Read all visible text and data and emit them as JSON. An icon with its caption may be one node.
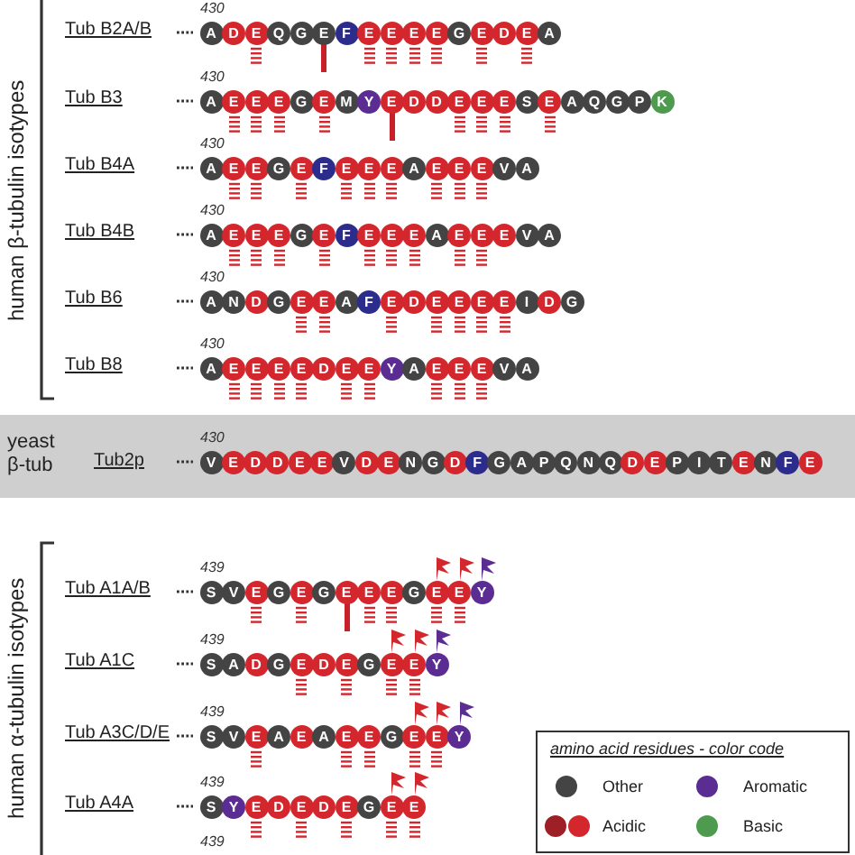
{
  "diagram": {
    "nodes": [
      {
        "text": [
          "A"
        ]
      },
      {
        "text": [
          "D"
        ]
      },
      {
        "text": [
          "E"
        ]
      },
      {
        "text": [
          "Q"
        ]
      },
      {
        "text": [
          "G"
        ]
      },
      {
        "text": [
          "E"
        ]
      },
      {
        "text": [
          "F"
        ]
      },
      {
        "text": [
          "E"
        ]
      },
      {
        "text": [
          "E"
        ]
      },
      {
        "text": [
          "E"
        ]
      },
      {
        "text": [
          "E"
        ]
      },
      {
        "text": [
          "G"
        ]
      },
      {
        "text": [
          "E"
        ]
      },
      {
        "text": [
          "D"
        ]
      },
      {
        "text": [
          "E"
        ]
      },
      {
        "text": [
          "A"
        ]
      },
      {
        "text": [
          "A"
        ]
      },
      {
        "text": [
          "E"
        ]
      },
      {
        "text": [
          "E"
        ]
      },
      {
        "text": [
          "E"
        ]
      },
      {
        "text": [
          "G"
        ]
      },
      {
        "text": [
          "E"
        ]
      },
      {
        "text": [
          "M"
        ]
      },
      {
        "text": [
          "Y"
        ]
      },
      {
        "text": [
          "E"
        ]
      },
      {
        "text": [
          "D"
        ]
      },
      {
        "text": [
          "D"
        ]
      },
      {
        "text": [
          "E"
        ]
      },
      {
        "text": [
          "E"
        ]
      },
      {
        "text": [
          "E"
        ]
      },
      {
        "text": [
          "S"
        ]
      },
      {
        "text": [
          "E"
        ]
      },
      {
        "text": [
          "A"
        ]
      },
      {
        "text": [
          "Q"
        ]
      },
      {
        "text": [
          "G"
        ]
      },
      {
        "text": [
          "P"
        ]
      },
      {
        "text": [
          "K"
        ]
      },
      {
        "text": [
          "A"
        ]
      },
      {
        "text": [
          "E"
        ]
      },
      {
        "text": [
          "E"
        ]
      },
      {
        "text": [
          "G"
        ]
      },
      {
        "text": [
          "E"
        ]
      },
      {
        "text": [
          "F"
        ]
      },
      {
        "text": [
          "E"
        ]
      },
      {
        "text": [
          "E"
        ]
      },
      {
        "text": [
          "E"
        ]
      },
      {
        "text": [
          "A"
        ]
      },
      {
        "text": [
          "E"
        ]
      },
      {
        "text": [
          "E"
        ]
      },
      {
        "text": [
          "E"
        ]
      },
      {
        "text": [
          "V"
        ]
      },
      {
        "text": [
          "A"
        ]
      },
      {
        "text": [
          "A"
        ]
      },
      {
        "text": [
          "E"
        ]
      },
      {
        "text": [
          "E"
        ]
      },
      {
        "text": [
          "E"
        ]
      },
      {
        "text": [
          "G"
        ]
      },
      {
        "text": [
          "E"
        ]
      },
      {
        "text": [
          "F"
        ]
      },
      {
        "text": [
          "E"
        ]
      },
      {
        "text": [
          "E"
        ]
      },
      {
        "text": [
          "E"
        ]
      },
      {
        "text": [
          "A"
        ]
      },
      {
        "text": [
          "E"
        ]
      },
      {
        "text": [
          "E"
        ]
      },
      {
        "text": [
          "E"
        ]
      },
      {
        "text": [
          "V"
        ]
      },
      {
        "text": [
          "A"
        ]
      },
      {
        "text": [
          "A"
        ]
      },
      {
        "text": [
          "N"
        ]
      },
      {
        "text": [
          "D"
        ]
      },
      {
        "text": [
          "G"
        ]
      },
      {
        "text": [
          "E"
        ]
      },
      {
        "text": [
          "E"
        ]
      },
      {
        "text": [
          "A"
        ]
      },
      {
        "text": [
          "F"
        ]
      },
      {
        "text": [
          "E"
        ]
      },
      {
        "text": [
          "D"
        ]
      },
      {
        "text": [
          "E"
        ]
      },
      {
        "text": [
          "E"
        ]
      },
      {
        "text": [
          "E"
        ]
      },
      {
        "text": [
          "E"
        ]
      },
      {
        "text": [
          "I"
        ]
      },
      {
        "text": [
          "D"
        ]
      },
      {
        "text": [
          "G"
        ]
      },
      {
        "text": [
          "A"
        ]
      },
      {
        "text": [
          "E"
        ]
      },
      {
        "text": [
          "E"
        ]
      },
      {
        "text": [
          "E"
        ]
      },
      {
        "text": [
          "E"
        ]
      },
      {
        "text": [
          "D"
        ]
      },
      {
        "text": [
          "E"
        ]
      },
      {
        "text": [
          "E"
        ]
      },
      {
        "text": [
          "Y"
        ]
      },
      {
        "text": [
          "A"
        ]
      },
      {
        "text": [
          "E"
        ]
      },
      {
        "text": [
          "E"
        ]
      },
      {
        "text": [
          "E"
        ]
      },
      {
        "text": [
          "V"
        ]
      },
      {
        "text": [
          "A"
        ]
      },
      {
        "text": [
          "yeast β-tub",
          "Tub2p"
        ]
      },
      {
        "text": [
          "V"
        ],
        "in": 100
      },
      {
        "text": [
          "E"
        ],
        "in": 100
      },
      {
        "text": [
          "D"
        ],
        "in": 100
      },
      {
        "text": [
          "D"
        ],
        "in": 100
      },
      {
        "text": [
          "E"
        ],
        "in": 100
      },
      {
        "text": [
          "E"
        ],
        "in": 100
      },
      {
        "text": [
          "V"
        ],
        "in": 100
      },
      {
        "text": [
          "D"
        ],
        "in": 100
      },
      {
        "text": [
          "E"
        ],
        "in": 100
      },
      {
        "text": [
          "N"
        ],
        "in": 100
      },
      {
        "text": [
          "G"
        ],
        "in": 100
      },
      {
        "text": [
          "D"
        ],
        "in": 100
      },
      {
        "text": [
          "F"
        ],
        "in": 100
      },
      {
        "text": [
          "G"
        ],
        "in": 100
      },
      {
        "text": [
          "A"
        ],
        "in": 100
      },
      {
        "text": [
          "P"
        ],
        "in": 100
      },
      {
        "text": [
          "Q"
        ],
        "in": 100
      },
      {
        "text": [
          "N"
        ],
        "in": 100
      },
      {
        "text": [
          "Q"
        ],
        "in": 100
      },
      {
        "text": [
          "D"
        ],
        "in": 100
      },
      {
        "text": [
          "E"
        ],
        "in": 100
      },
      {
        "text": [
          "P"
        ],
        "in": 100
      },
      {
        "text": [
          "I"
        ],
        "in": 100
      },
      {
        "text": [
          "T"
        ],
        "in": 100
      },
      {
        "text": [
          "E"
        ],
        "in": 100
      },
      {
        "text": [
          "N"
        ],
        "in": 100
      },
      {
        "text": [
          "F"
        ],
        "in": 100
      },
      {
        "text": [
          "E"
        ],
        "in": 100
      },
      {
        "text": [
          "S"
        ]
      },
      {
        "text": [
          "V"
        ]
      },
      {
        "text": [
          "E"
        ]
      },
      {
        "text": [
          "G"
        ]
      },
      {
        "text": [
          "E"
        ]
      },
      {
        "text": [
          "G"
        ]
      },
      {
        "text": [
          "E"
        ]
      },
      {
        "text": [
          "E"
        ]
      },
      {
        "text": [
          "E"
        ]
      },
      {
        "text": [
          "G"
        ]
      },
      {
        "text": [
          "E"
        ]
      },
      {
        "text": [
          "E"
        ]
      },
      {
        "text": [
          "Y"
        ]
      },
      {
        "text": [
          "S"
        ]
      },
      {
        "text": [
          "A"
        ]
      },
      {
        "text": [
          "D"
        ]
      },
      {
        "text": [
          "G"
        ]
      },
      {
        "text": [
          "E"
        ]
      },
      {
        "text": [
          "D"
        ]
      },
      {
        "text": [
          "E"
        ]
      },
      {
        "text": [
          "G"
        ]
      },
      {
        "text": [
          "E"
        ]
      },
      {
        "text": [
          "E"
        ]
      },
      {
        "text": [
          "Y"
        ]
      },
      {
        "text": [
          "S"
        ]
      },
      {
        "text": [
          "V"
        ]
      },
      {
        "text": [
          "E"
        ]
      },
      {
        "text": [
          "A"
        ]
      },
      {
        "text": [
          "E"
        ]
      },
      {
        "text": [
          "A"
        ]
      },
      {
        "text": [
          "E"
        ]
      },
      {
        "text": [
          "E"
        ]
      },
      {
        "text": [
          "G"
        ]
      },
      {
        "text": [
          "E"
        ]
      },
      {
        "text": [
          "E"
        ]
      },
      {
        "text": [
          "Y"
        ]
      },
      {
        "text": [
          "S"
        ]
      },
      {
        "text": [
          "Y"
        ]
      },
      {
        "text": [
          "E"
        ]
      },
      {
        "text": [
          "D"
        ]
      },
      {
        "text": [
          "E"
        ]
      },
      {
        "text": [
          "D"
        ]
      },
      {
        "text": [
          "E"
        ]
      },
      {
        "text": [
          "G"
        ]
      },
      {
        "text": [
          "E"
        ]
      },
      {
        "text": [
          "E"
        ]
      }
    ],
    "labels": [
      "human β-tubulin isotypes",
      "430",
      "Tub B2A/B",
      "430",
      "Tub B3",
      "430",
      "Tub B4A",
      "430",
      "Tub B4B",
      "430",
      "Tub B6",
      "430",
      "Tub B8",
      "430",
      "human α-tubulin isotypes",
      "439",
      "Tub A1A/B",
      "439",
      "Tub A1C",
      "439",
      "Tub A3C/D/E",
      "439",
      "Tub A4A",
      "439",
      "amino acid residues - color code"
    ],
    "legend": [
      {
        "text": "Other",
        "color": "#444444"
      },
      {
        "text": "Aromatic",
        "color": "#5b2c91"
      },
      {
        "text": "Acidic",
        "color": "#d3262d"
      },
      {
        "text": "Basic",
        "color": "#4e9a4e"
      }
    ]
  }
}
